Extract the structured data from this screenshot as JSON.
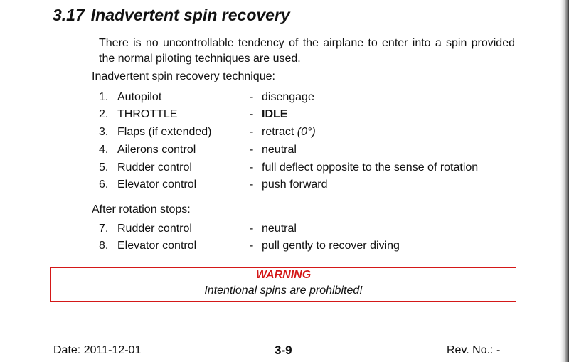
{
  "section": {
    "number": "3.17",
    "title": "Inadvertent spin recovery"
  },
  "intro": "There is no uncontrollable tendency of the airplane to enter into a spin provided the normal piloting techniques are used.",
  "technique_label": "Inadvertent spin recovery technique:",
  "steps": [
    {
      "num": "1.",
      "item": "Autopilot",
      "dash": "-",
      "action": "disengage"
    },
    {
      "num": "2.",
      "item": "THROTTLE",
      "dash": "-",
      "action": "IDLE"
    },
    {
      "num": "3.",
      "item": "Flaps (if extended)",
      "dash": "-",
      "action": "retract ",
      "note": "(0°)"
    },
    {
      "num": "4.",
      "item": "Ailerons control",
      "dash": "-",
      "action": "neutral"
    },
    {
      "num": "5.",
      "item": "Rudder control",
      "dash": "-",
      "action": "full deflect opposite to the sense of rotation"
    },
    {
      "num": "6.",
      "item": "Elevator control",
      "dash": "-",
      "action": "push forward"
    }
  ],
  "after_label": "After rotation stops:",
  "after_steps": [
    {
      "num": "7.",
      "item": "Rudder control",
      "dash": "-",
      "action": "neutral"
    },
    {
      "num": "8.",
      "item": "Elevator control",
      "dash": "-",
      "action": "pull gently to recover diving"
    }
  ],
  "warning": {
    "title": "WARNING",
    "text": "Intentional spins are prohibited!",
    "color": "#d41818"
  },
  "footer": {
    "date": "Date: 2011-12-01",
    "page": "3-9",
    "rev": "Rev. No.: -"
  }
}
